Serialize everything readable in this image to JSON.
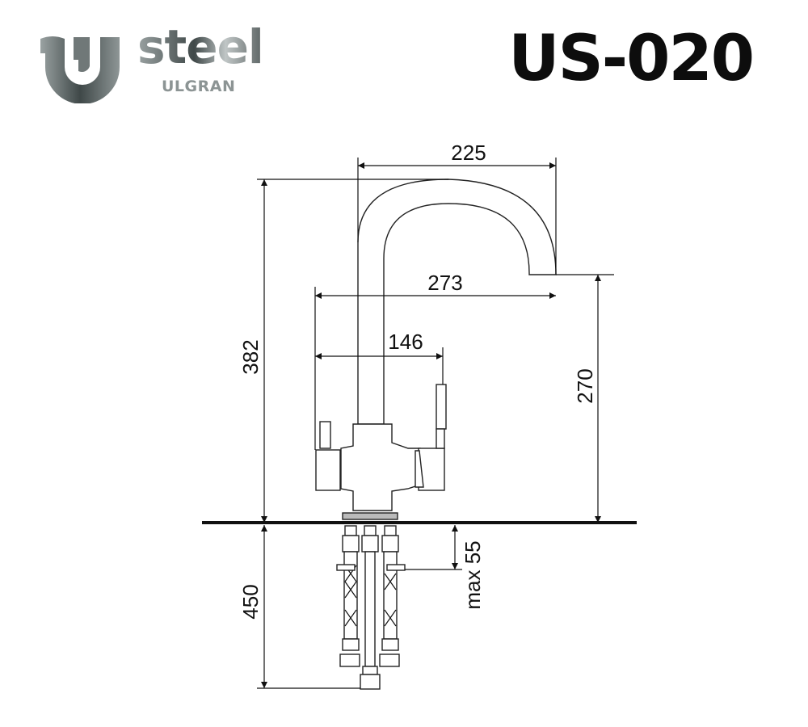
{
  "logo": {
    "brand": "steel",
    "sub": "ULGRAN"
  },
  "model": "US-020",
  "dimensions": {
    "spout_reach": "225",
    "total_width": "273",
    "handle_offset": "146",
    "total_height": "382",
    "spout_height": "270",
    "hose_length": "450",
    "max_countertop": "max 55"
  },
  "colors": {
    "line": "#111111",
    "logo_gray": "#5a6262"
  }
}
